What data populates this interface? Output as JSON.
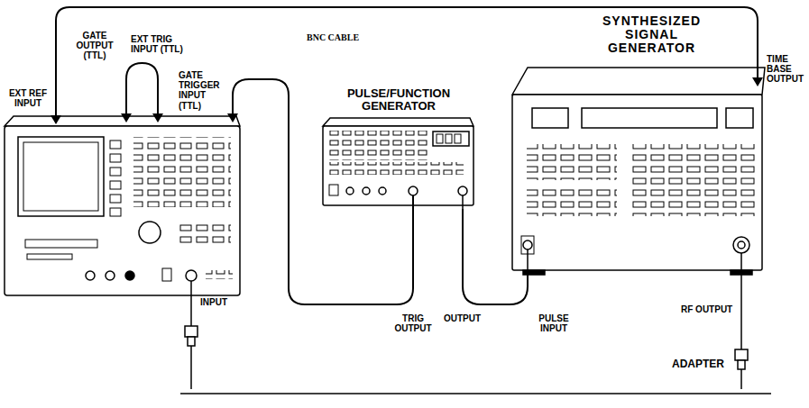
{
  "diagram": {
    "nodes": [
      {
        "text": [
          "PULSE/FUNCTION GENERATOR"
        ]
      },
      {
        "text": [
          "SYNTHESIZED SIGNAL GENERATOR"
        ]
      }
    ],
    "edges": [
      {
        "from": 0,
        "to": 1,
        "arrow": "none"
      }
    ],
    "labels": [
      "GATE OUTPUT (TTL)",
      "EXT TRIG INPUT (TTL)",
      "BNC CABLE",
      "GATE TRIGGER INPUT (TTL)",
      "EXT REF INPUT",
      "TIME BASE OUTPUT",
      "INPUT",
      "TRIG OUTPUT",
      "OUTPUT",
      "PULSE INPUT",
      "RF OUTPUT",
      "ADAPTER"
    ]
  }
}
